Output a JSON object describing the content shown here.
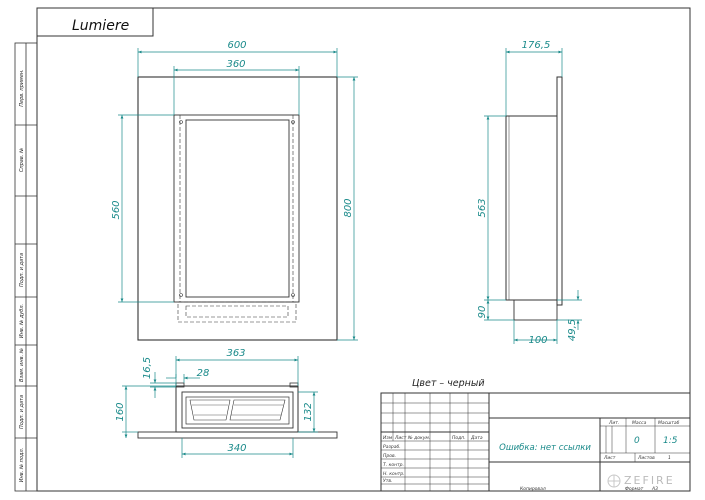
{
  "title": "Lumiere",
  "color_note": "Цвет – черный",
  "dims": {
    "front_width": "600",
    "front_inner_width": "360",
    "front_inner_height": "560",
    "front_height": "800",
    "side_depth": "176,5",
    "side_height": "563",
    "side_gap": "90",
    "side_bottom_width": "100",
    "side_bottom_height": "49,5",
    "top_width": "363",
    "top_offset": "28",
    "top_lip": "16,5",
    "top_height_left": "160",
    "top_height_right": "132",
    "top_bottom_width": "340"
  },
  "titleblock": {
    "error_text": "Ошибка: нет ссылки",
    "col_headers": [
      "Изм",
      "Лист",
      "№ докум.",
      "Подп.",
      "Дата"
    ],
    "row_labels": [
      "Разраб.",
      "Пров.",
      "Т. контр.",
      "",
      "Н. контр.",
      "Утв."
    ],
    "lit_label": "Лит.",
    "mass_label": "Масса",
    "scale_label": "Масштаб",
    "mass_value": "0",
    "scale_value": "1:5",
    "sheet_label": "Лист",
    "sheets_label": "Листов",
    "sheets_value": "1",
    "copied_label": "Копировал",
    "format_label": "Формат",
    "format_value": "A3"
  },
  "side_labels": [
    "Перв. примен.",
    "Справ. №",
    "Подп. и дата",
    "Инв. № дубл.",
    "Взам. инв. №",
    "Подп. и дата",
    "Инв. № подл."
  ],
  "watermark": "ZEFIRE"
}
